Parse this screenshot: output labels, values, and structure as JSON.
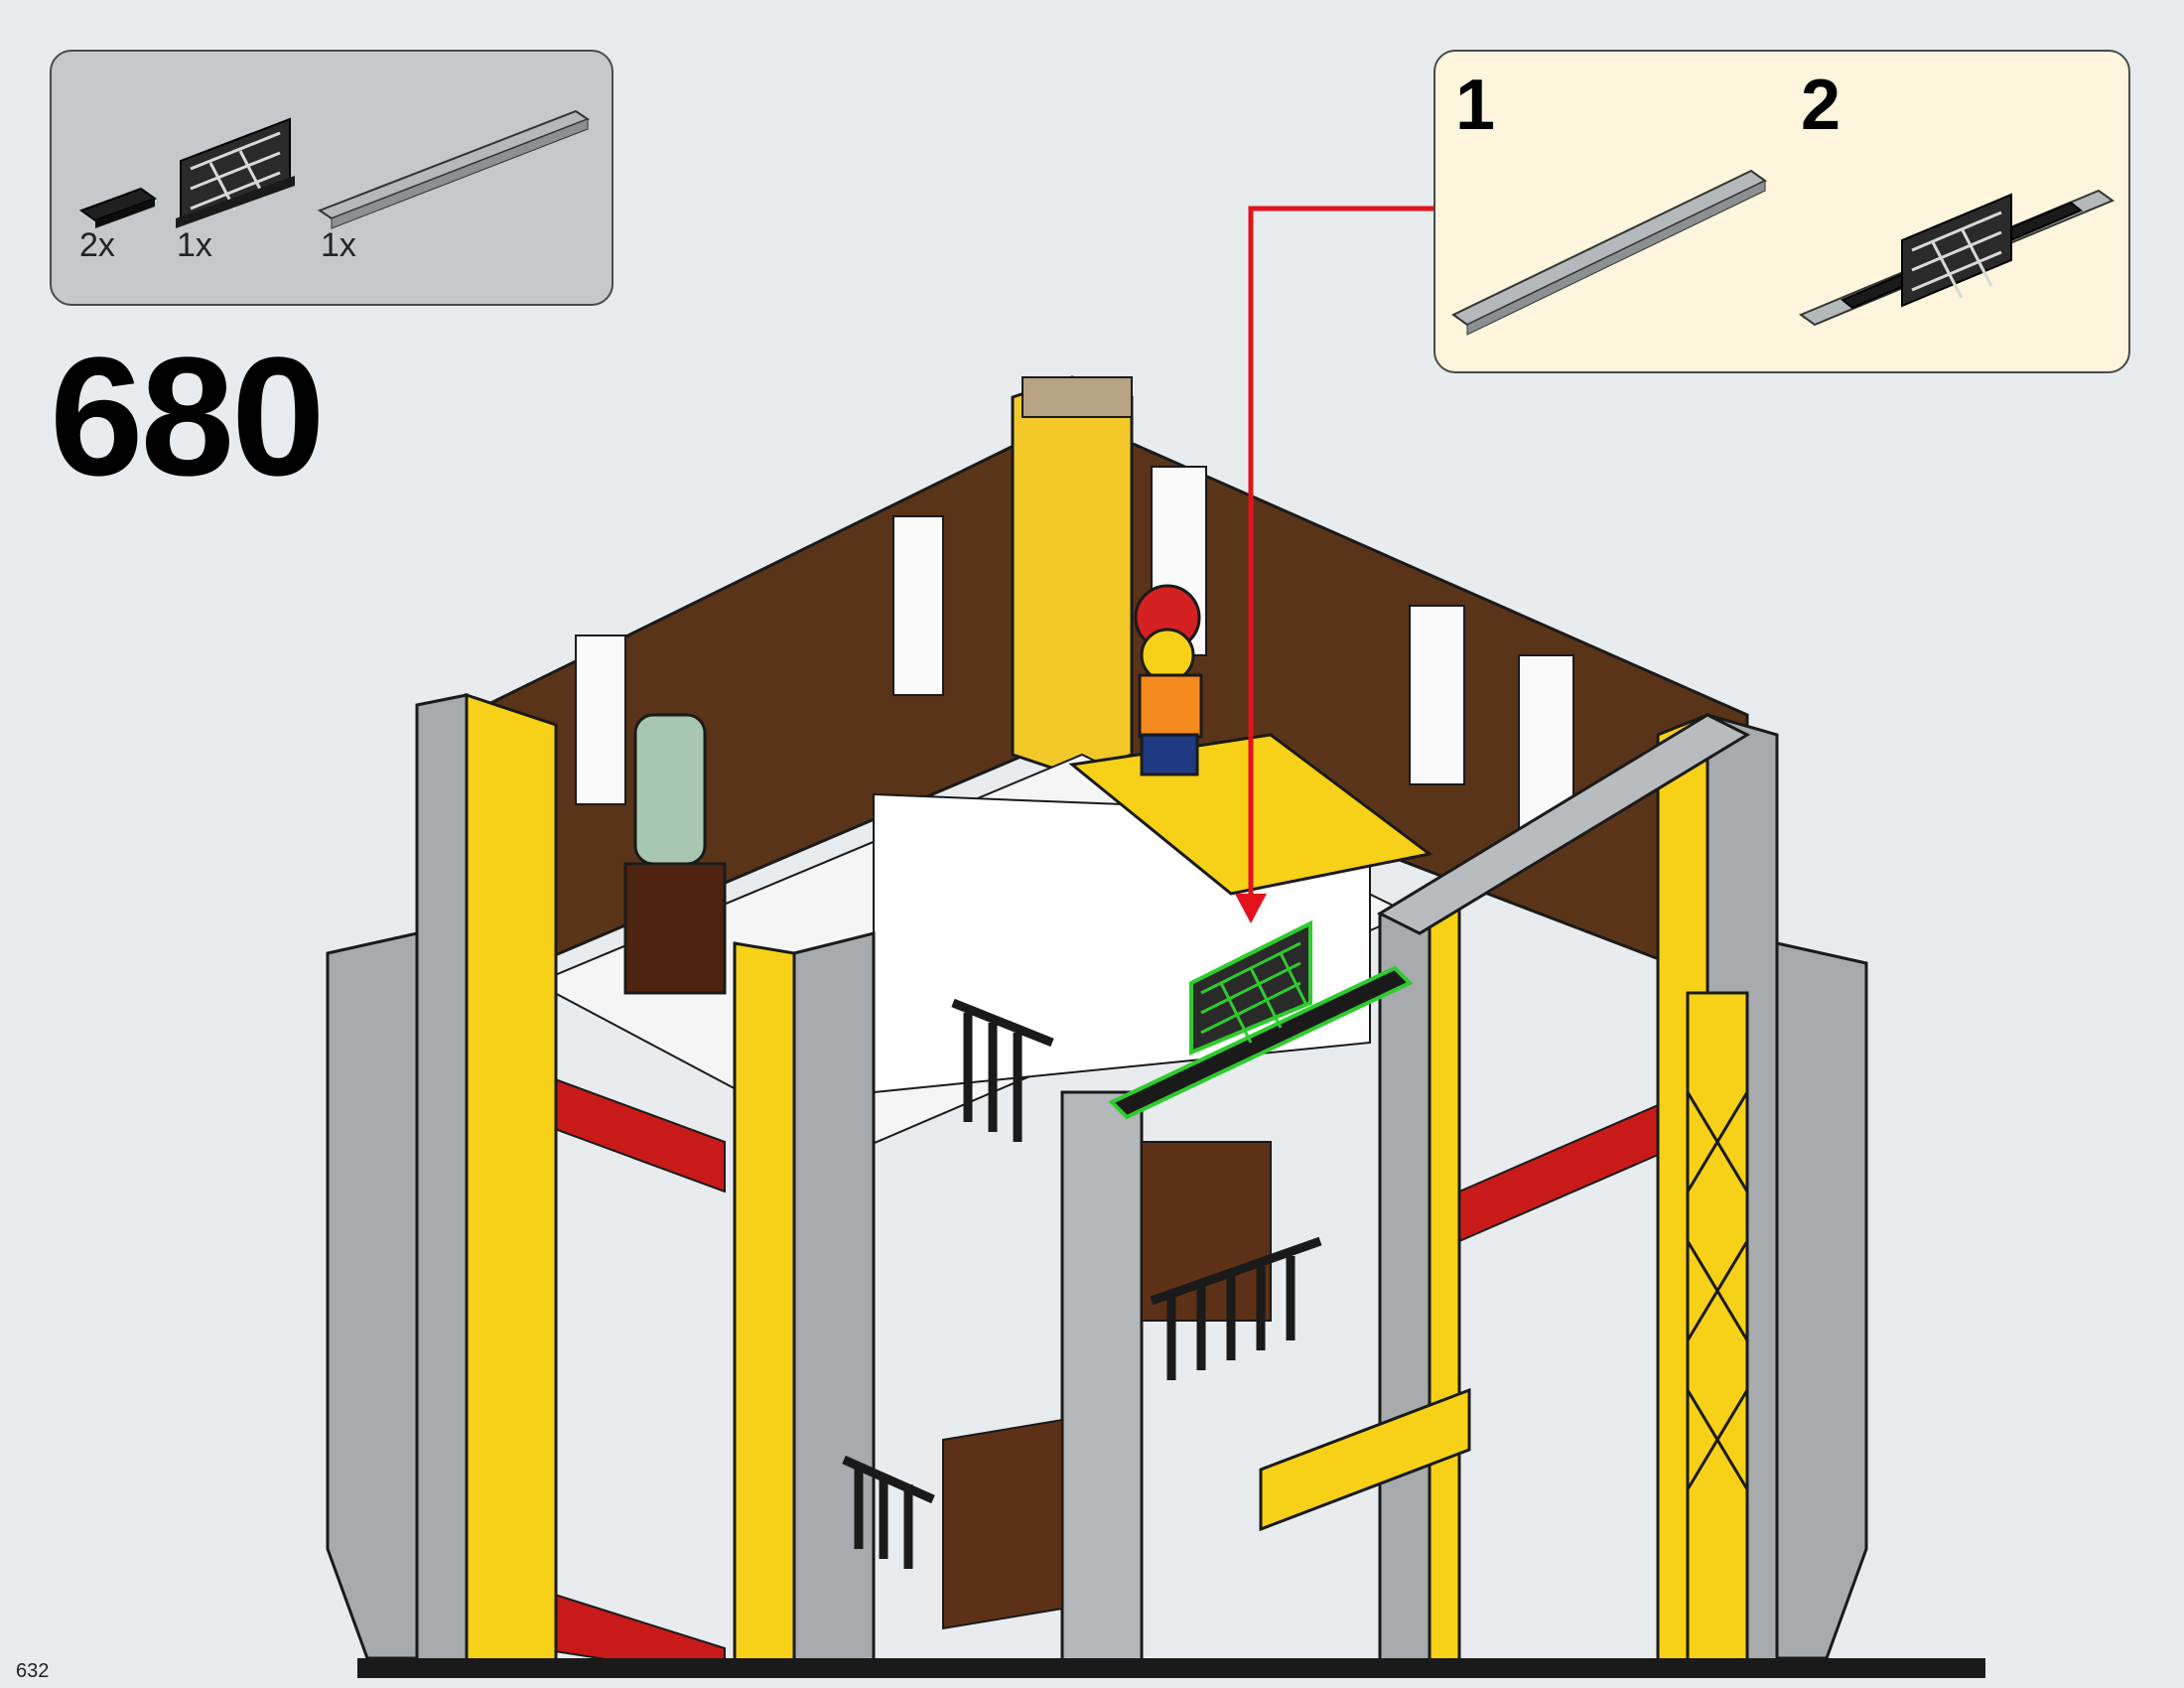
{
  "parts_list": {
    "items": [
      {
        "part": "black 1x2 tile",
        "quantity": "2x"
      },
      {
        "part": "black fence 1x4x2",
        "quantity": "1x"
      },
      {
        "part": "light grey plate 1x10",
        "quantity": "1x"
      }
    ]
  },
  "step": {
    "number": "680"
  },
  "sub_assembly": {
    "steps": [
      {
        "label": "1",
        "part": "light grey plate 1x10"
      },
      {
        "label": "2",
        "part": "plate with fence and tiles"
      }
    ]
  },
  "colors": {
    "callout_arrow": "#e3121c",
    "highlight_outline": "#2ecc2e",
    "yellow": "#f7d117",
    "red": "#c91a1a",
    "light_grey": "#a7abae",
    "dark_brown": "#4e2e17",
    "black": "#1a1a1a"
  },
  "page_number": "632"
}
